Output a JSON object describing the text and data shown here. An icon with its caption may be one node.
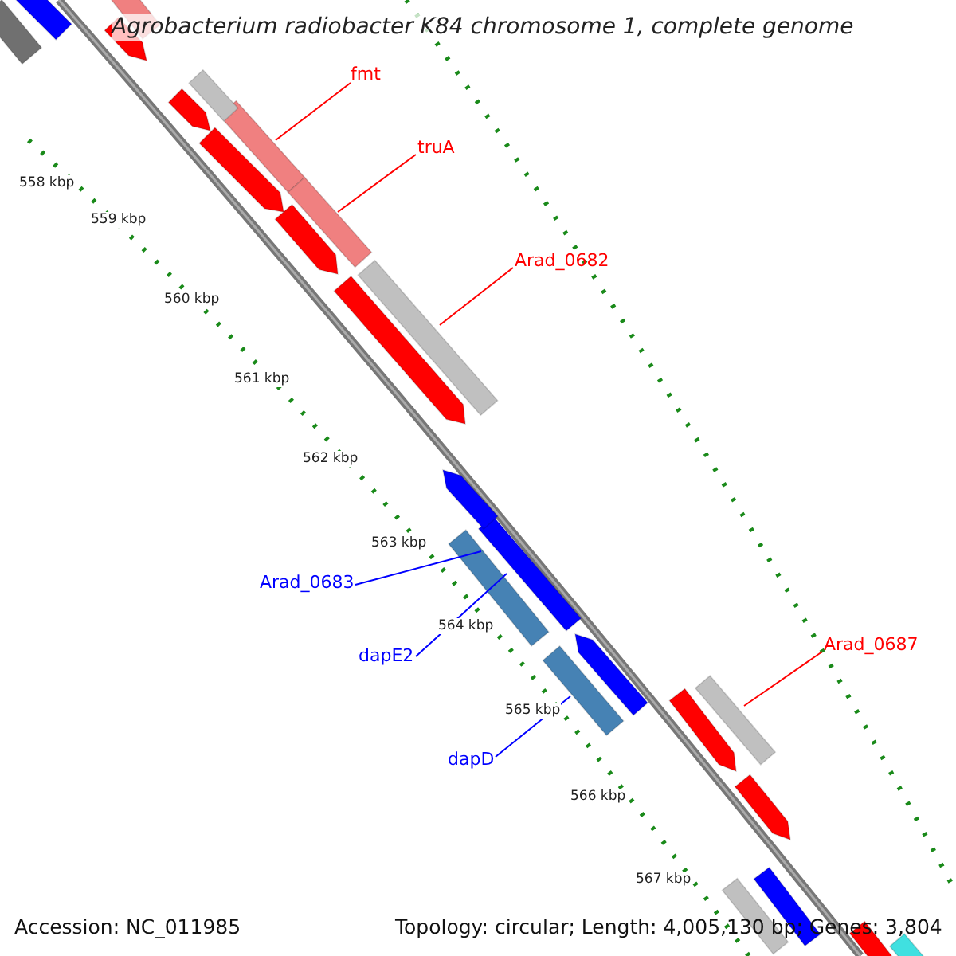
{
  "diagram": {
    "title": "Agrobacterium radiobacter K84 chromosome 1, complete genome",
    "nodes": [
      {
        "text": [
          "fmt"
        ]
      },
      {
        "text": [],
        "shape": "bar"
      },
      {
        "text": [
          "truA"
        ]
      },
      {
        "text": [],
        "shape": "bar"
      },
      {
        "text": [
          "Arad_0682"
        ]
      },
      {
        "text": [],
        "shape": "bar"
      },
      {
        "text": [
          "Arad_0683"
        ]
      },
      {
        "text": [],
        "shape": "bar"
      },
      {
        "text": [
          "Arad_0687"
        ]
      },
      {
        "text": [],
        "shape": "bar"
      },
      {
        "text": [
          "dapE2"
        ]
      },
      {
        "text": [],
        "shape": "bar"
      },
      {
        "text": [
          "dapD"
        ]
      },
      {
        "text": [],
        "shape": "bar"
      },
      {
        "text": [],
        "shape": "bar"
      },
      {
        "text": [],
        "shape": "bar"
      },
      {
        "text": [],
        "shape": "bar"
      },
      {
        "text": [],
        "shape": "bar"
      },
      {
        "text": [],
        "shape": "bar"
      },
      {
        "text": [],
        "shape": "bar"
      },
      {
        "text": [],
        "shape": "bar"
      },
      {
        "text": [],
        "shape": "bar"
      },
      {
        "text": [],
        "shape": "bar"
      },
      {
        "text": [],
        "shape": "bar"
      },
      {
        "text": [],
        "shape": "bar"
      },
      {
        "text": [],
        "shape": "bar"
      },
      {
        "text": [],
        "shape": "bar"
      },
      {
        "text": [],
        "shape": "bar"
      },
      {
        "text": [],
        "shape": "bar"
      },
      {
        "text": [],
        "shape": "bar"
      },
      {
        "text": [],
        "shape": "bar"
      }
    ],
    "edges": [
      {
        "from": 0,
        "to": 1,
        "arrow": "none"
      },
      {
        "from": 2,
        "to": 3,
        "arrow": "none"
      },
      {
        "from": 4,
        "to": 5,
        "arrow": "none"
      },
      {
        "from": 6,
        "to": 7,
        "arrow": "none",
        "color": "#0000ff"
      },
      {
        "from": 8,
        "to": 9,
        "arrow": "none"
      },
      {
        "from": 10,
        "to": 11,
        "arrow": "none",
        "color": "#0000ff"
      },
      {
        "from": 12,
        "to": 13,
        "arrow": "none",
        "color": "#0000ff"
      }
    ],
    "labels": [
      "558 kbp",
      "559 kbp",
      "560 kbp",
      "561 kbp",
      "562 kbp",
      "563 kbp",
      "564 kbp",
      "565 kbp",
      "566 kbp",
      "567 kbp",
      "Accession: NC_011985",
      "Topology: circular; Length: 4,005,130 bp; Genes: 3,804"
    ]
  }
}
